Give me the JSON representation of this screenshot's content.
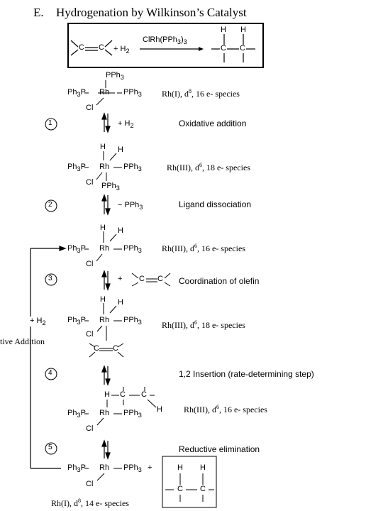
{
  "header": {
    "section": "E.",
    "title": "Hydrogenation by Wilkinson’s Catalyst"
  },
  "reaction_box": {
    "catalyst": "ClRh(PPh",
    "catalyst_sub1": "3",
    "catalyst_close": ")",
    "catalyst_sub2": "3",
    "reagent": "+ H",
    "reagent_sub": "2",
    "product_H_left": "H",
    "product_H_right": "H"
  },
  "species": [
    {
      "ox": "Rh(I), d",
      "d": "8",
      "rest": ", 16 e- species"
    },
    {
      "ox": "Rh(III), d",
      "d": "6",
      "rest": ", 18 e- species"
    },
    {
      "ox": "Rh(III), d",
      "d": "6",
      "rest": ", 16 e- species"
    },
    {
      "ox": "Rh(III), d",
      "d": "6",
      "rest": ", 18 e- species"
    },
    {
      "ox": "Rh(III), d",
      "d": "6",
      "rest": ", 16 e- species"
    },
    {
      "ox": "Rh(I), d",
      "d": "8",
      "rest": ", 14 e- species"
    }
  ],
  "steps": [
    {
      "num": "1",
      "reagent": "+ H",
      "reagent_sub": "2",
      "label": "Oxidative addition"
    },
    {
      "num": "2",
      "reagent": "− PPh",
      "reagent_sub": "3",
      "label": "Ligand dissociation"
    },
    {
      "num": "3",
      "reagent": "+",
      "reagent_sub": "",
      "label": "Coordination of olefin"
    },
    {
      "num": "4",
      "reagent": "",
      "reagent_sub": "",
      "label": "1,2 Insertion  (rate-determining step)"
    },
    {
      "num": "5",
      "reagent": "",
      "reagent_sub": "",
      "label": "Reductive elimination"
    }
  ],
  "loop": {
    "reagent": "+ H",
    "reagent_sub": "2",
    "side_label": "tive Addition"
  },
  "chem": {
    "Ph3P": "Ph",
    "Ph3P_sub": "3",
    "Ph3P_tail": "P",
    "Rh": "Rh",
    "PPh3": "PPh",
    "PPh3_sub": "3",
    "Cl": "Cl",
    "H": "H",
    "C": "C",
    "plus": "+"
  }
}
